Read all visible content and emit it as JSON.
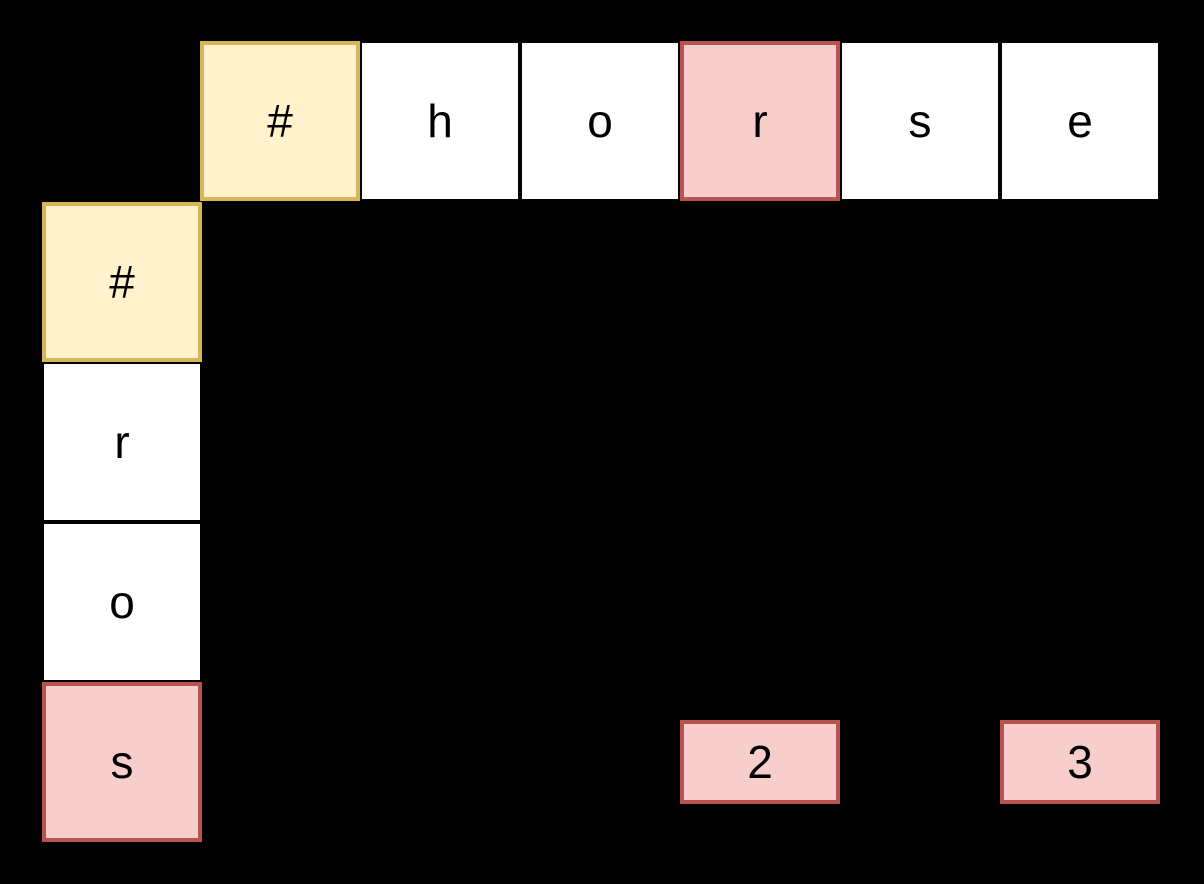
{
  "diagram": {
    "description_label": "edit-distance-dp-table",
    "top_word": {
      "word": "horse",
      "cells": [
        {
          "label": "#",
          "highlight": "yellow"
        },
        {
          "label": "h",
          "highlight": "none"
        },
        {
          "label": "o",
          "highlight": "none"
        },
        {
          "label": "r",
          "highlight": "red"
        },
        {
          "label": "s",
          "highlight": "none"
        },
        {
          "label": "e",
          "highlight": "none"
        }
      ]
    },
    "left_word": {
      "word": "ros",
      "cells": [
        {
          "label": "#",
          "highlight": "yellow"
        },
        {
          "label": "r",
          "highlight": "none"
        },
        {
          "label": "o",
          "highlight": "none"
        },
        {
          "label": "s",
          "highlight": "red"
        }
      ]
    },
    "value_boxes": [
      {
        "label": "2",
        "row_label": "s",
        "column_label": "r",
        "highlight": "red"
      },
      {
        "label": "3",
        "row_label": "s",
        "column_label": "e",
        "highlight": "red"
      }
    ],
    "colors": {
      "background": "#000000",
      "cell_fill": "#FFFFFF",
      "cell_border": "#000000",
      "yellow_fill": "#FFF2CC",
      "yellow_border": "#D6B656",
      "red_fill": "#F8CECC",
      "red_border": "#B85450",
      "text": "#000000"
    }
  }
}
